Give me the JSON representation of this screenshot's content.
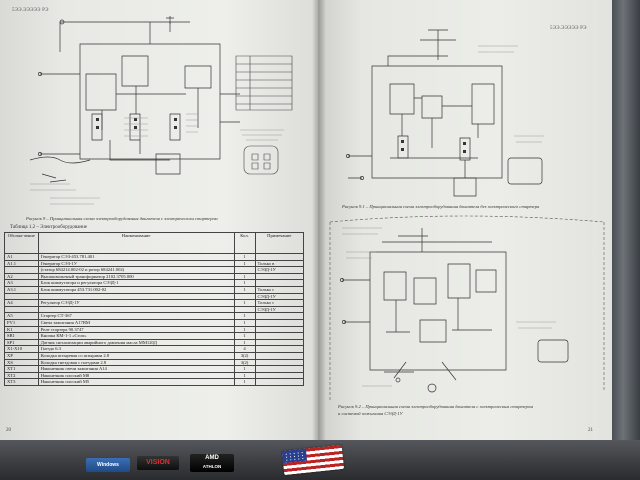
{
  "photo": {
    "subject": "Open technical manual spread with wiring schematics",
    "colors": {
      "paper": "#eceded",
      "ink": "#2b2b2b",
      "desk": "#2a2a2c",
      "laptop_bezel": "#4a4f55"
    }
  },
  "left_page": {
    "header": "5ЭЭ.ЭЭЭЭЭ РЭ",
    "figure_caption": "Рисунок 9 – Принципиальная схема электрооборудования двигателя с электрическим стартером",
    "table_title": "Таблица 1.2 – Электрооборудование",
    "page_number": "20",
    "table": {
      "columns": [
        "Обозна-чение",
        "Наименование",
        "Кол.",
        "Примечание"
      ],
      "rows": [
        {
          "ref": "A1",
          "name": "Генератор СЭЗ-453.781.401",
          "qty": "1",
          "note": ""
        },
        {
          "ref": "A1.1",
          "name": "Генератор СЭЗ-1У",
          "qty": "1",
          "note": "Только в"
        },
        {
          "ref": "",
          "name": "(статор 684214.002-02 и ротор 684241.002)",
          "qty": "",
          "note": "СЭЗД-1У"
        },
        {
          "ref": "A2",
          "name": "Высоковольтный трансформатор 2102.3705.000",
          "qty": "1",
          "note": ""
        },
        {
          "ref": "A3",
          "name": "Блок коммутатора и регулятора СЭЗД-1",
          "qty": "1",
          "note": ""
        },
        {
          "ref": "A3.1",
          "name": "Блок коммутатора 453.731.002-02",
          "qty": "1",
          "note": "Только с"
        },
        {
          "ref": "",
          "name": "",
          "qty": "",
          "note": "СЭЗД-1У"
        },
        {
          "ref": "A4",
          "name": "Регулятор СЭЗД-1У",
          "qty": "1",
          "note": "Только с"
        },
        {
          "ref": "",
          "name": "",
          "qty": "",
          "note": "СЭЗД-1У"
        },
        {
          "ref": "A5",
          "name": "Стартер СТ-367",
          "qty": "1",
          "note": ""
        },
        {
          "ref": "FV1",
          "name": "Свеча зажигания A17BM",
          "qty": "1",
          "note": ""
        },
        {
          "ref": "K1",
          "name": "Реле стартера 90.3747",
          "qty": "1",
          "note": ""
        },
        {
          "ref": "SB1",
          "name": "Кнопка КМ-1-1 «Стоп»",
          "qty": "1",
          "note": ""
        },
        {
          "ref": "SP1",
          "name": "Датчик сигнализации аварийного давления масла ММ120Д",
          "qty": "1",
          "note": ""
        },
        {
          "ref": "X1-X10",
          "name": "Гнездо 6.3",
          "qty": "4",
          "note": ""
        },
        {
          "ref": "XP",
          "name": "Колодка штыревая со штырями 2.8",
          "qty": "3(2)",
          "note": ""
        },
        {
          "ref": "XS",
          "name": "Колодка гнездовая с гнездами 2.8",
          "qty": "3(2)",
          "note": ""
        },
        {
          "ref": "XT1",
          "name": "Наконечник свечи зажигания A14",
          "qty": "1",
          "note": ""
        },
        {
          "ref": "XT2",
          "name": "Наконечник плоский М8",
          "qty": "1",
          "note": ""
        },
        {
          "ref": "XT3",
          "name": "Наконечник плоский М5",
          "qty": "1",
          "note": ""
        }
      ]
    }
  },
  "right_page": {
    "header": "5ЭЭ.ЭЭЭЭЭ РЭ",
    "figure1_caption": "Рисунок 9.1 – Принципиальная схема электрооборудования двигателя без электрического стартера",
    "figure2_caption": "Рисунок 9.2 – Принципиальная схема электрооборудования двигателя с электрическим стартером",
    "figure2_caption_line2": "и системой зажигания СЭЗД-1У",
    "page_number": "21"
  },
  "laptop": {
    "badges": {
      "windows": "Windows",
      "vision": "VISION",
      "amd_line1": "AMD",
      "amd_line2": "ATHLON"
    }
  }
}
